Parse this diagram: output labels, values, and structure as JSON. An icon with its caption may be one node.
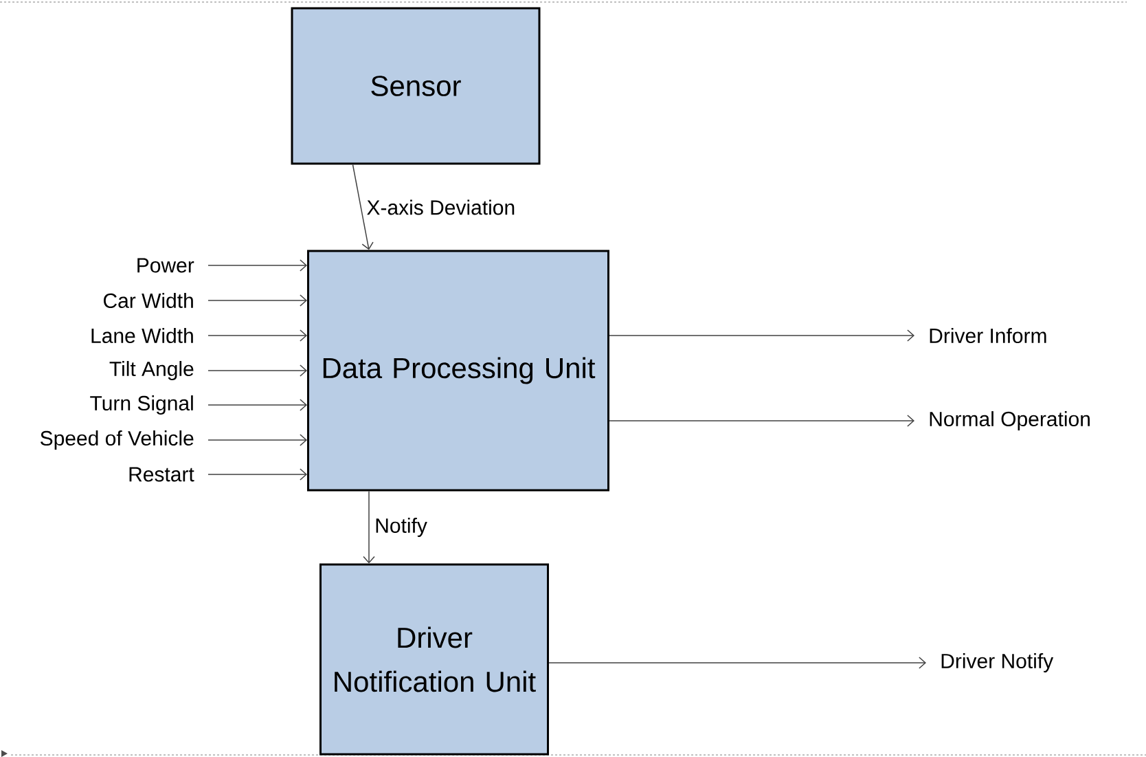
{
  "diagram": {
    "nodes": [
      {
        "text": [
          "Sensor"
        ]
      },
      {
        "text": [
          "Data Processing Unit"
        ]
      },
      {
        "text": [
          "Driver Notification Unit"
        ]
      },
      {
        "text": [
          "Power"
        ]
      },
      {
        "text": [
          "Car Width"
        ]
      },
      {
        "text": [
          "Lane Width"
        ]
      },
      {
        "text": [
          "Tilt Angle"
        ]
      },
      {
        "text": [
          "Turn Signal"
        ]
      },
      {
        "text": [
          "Speed of Vehicle"
        ]
      },
      {
        "text": [
          "Restart"
        ]
      },
      {
        "text": [
          "Driver Inform"
        ]
      },
      {
        "text": [
          "Normal Operation"
        ]
      },
      {
        "text": [
          "Driver Notify"
        ]
      }
    ],
    "edges": [
      {
        "from": 0,
        "to": 1,
        "arrow": "to",
        "label": "X-axis Deviation"
      },
      {
        "from": 3,
        "to": 1,
        "arrow": "to"
      },
      {
        "from": 4,
        "to": 1,
        "arrow": "to"
      },
      {
        "from": 5,
        "to": 1,
        "arrow": "to"
      },
      {
        "from": 6,
        "to": 1,
        "arrow": "to"
      },
      {
        "from": 7,
        "to": 1,
        "arrow": "to"
      },
      {
        "from": 8,
        "to": 1,
        "arrow": "to"
      },
      {
        "from": 9,
        "to": 1,
        "arrow": "to"
      },
      {
        "from": 1,
        "to": 10,
        "arrow": "to"
      },
      {
        "from": 1,
        "to": 11,
        "arrow": "to"
      },
      {
        "from": 1,
        "to": 2,
        "arrow": "to",
        "label": "Notify"
      },
      {
        "from": 2,
        "to": 12,
        "arrow": "to"
      }
    ]
  }
}
